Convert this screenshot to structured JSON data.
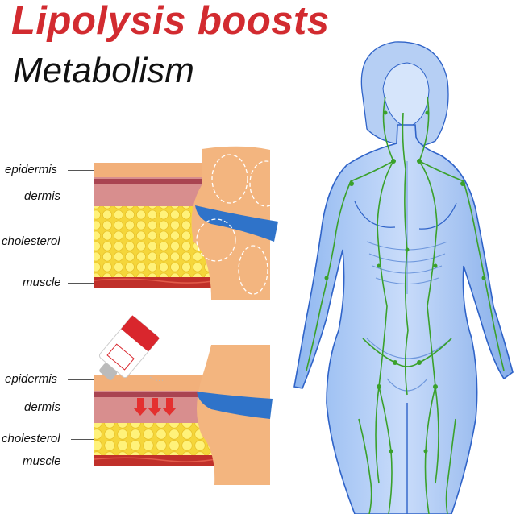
{
  "headline": {
    "title": "Lipolysis boosts",
    "subtitle": "Metabolism"
  },
  "diagram_top": {
    "labels": [
      "epidermis",
      "dermis",
      "cholesterol",
      "muscle"
    ]
  },
  "diagram_bottom": {
    "labels": [
      "epidermis",
      "dermis",
      "cholesterol",
      "muscle"
    ],
    "arrow_count": 3
  },
  "colors": {
    "title": "#d22b30",
    "epidermis": "#f2b07a",
    "dermis": "#c9747a",
    "cholesterol": "#f7e04a",
    "muscle": "#c0302a",
    "body_outline": "#2f63c8",
    "lymph": "#3aa12b"
  }
}
